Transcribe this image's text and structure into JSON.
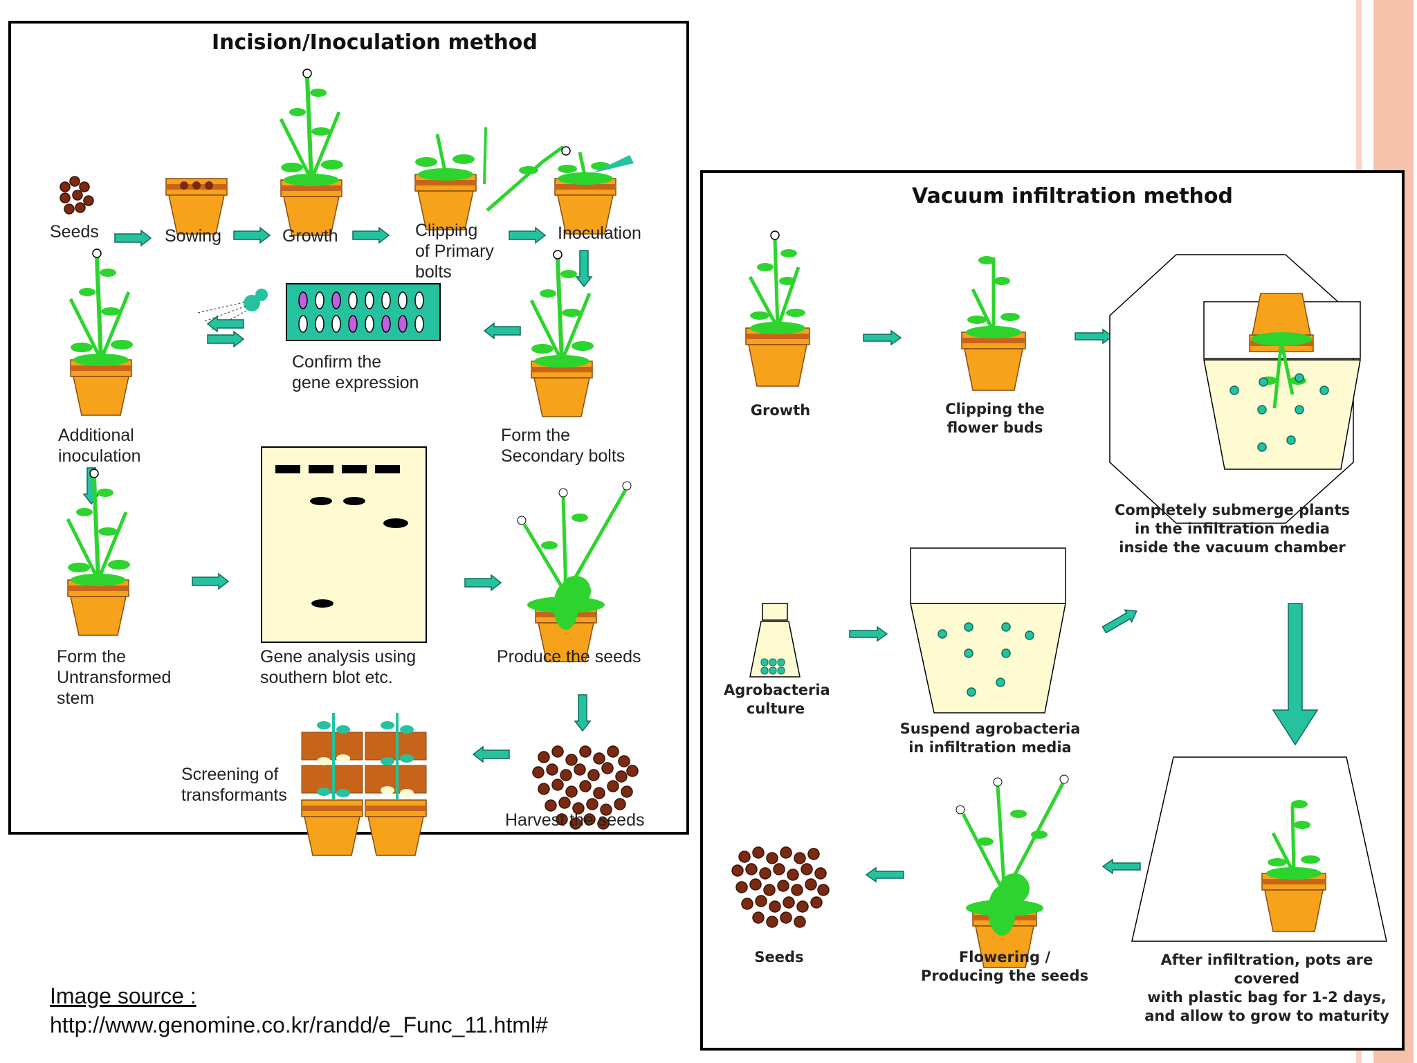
{
  "colors": {
    "pot": "#f7a21b",
    "pot_rim": "#c8641a",
    "leaf": "#2dd42d",
    "arrow": "#26c2a0",
    "seed": "#7a2a10",
    "medium": "#fefbd3",
    "stripe": "#f7c8b4"
  },
  "incision": {
    "title": "Incision/Inoculation method",
    "labels": {
      "seeds": "Seeds",
      "sowing": "Sowing",
      "growth": "Growth",
      "clipping": "Clipping\nof Primary\nbolts",
      "inoculation": "Inoculation",
      "additional": "Additional\ninoculation",
      "confirm": "Confirm the\ngene expression",
      "secondary": "Form the\nSecondary bolts",
      "untransformed": "Form the\nUntransformed\nstem",
      "gene_analysis": "Gene analysis using\nsouthern blot etc.",
      "produce": "Produce the seeds",
      "screening": "Screening of\ntransformants",
      "harvest": "Harvest the seeds"
    }
  },
  "vacuum": {
    "title": "Vacuum infiltration method",
    "labels": {
      "growth": "Growth",
      "clipping": "Clipping the\nflower buds",
      "submerge": "Completely submerge plants\nin the infiltration media\ninside the vacuum chamber",
      "agro": "Agrobacteria\nculture",
      "suspend": "Suspend agrobacteria\nin infiltration media",
      "seeds": "Seeds",
      "flowering": "Flowering /\nProducing the seeds",
      "after": "After infiltration, pots are covered\nwith plastic  bag for 1-2 days,\nand allow to grow to maturity"
    }
  },
  "source": {
    "heading": "Image source :",
    "url": "http://www.genomine.co.kr/randd/e_Func_11.html#"
  }
}
